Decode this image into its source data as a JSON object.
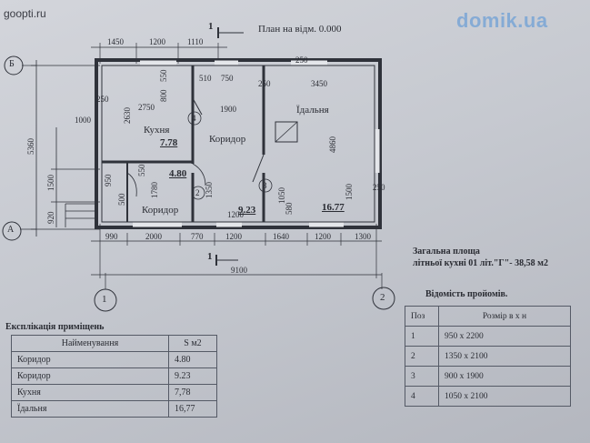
{
  "watermarks": {
    "left": "goopti.ru",
    "right": "domik.ua"
  },
  "plan": {
    "title": "План на відм. 0.000",
    "section_mark": "1",
    "axes": {
      "letters": [
        "Б",
        "А"
      ],
      "numbers": [
        "1",
        "2"
      ]
    },
    "dims_top": [
      "1450",
      "1200",
      "1110"
    ],
    "dims_bottom": [
      "990",
      "2000",
      "770",
      "1200",
      "1640",
      "1200",
      "1300"
    ],
    "dim_total": "9100",
    "dims_left": [
      "5360",
      "1500",
      "920"
    ],
    "dims_inner": [
      "250",
      "2750",
      "800",
      "550",
      "510",
      "750",
      "250",
      "3450",
      "250",
      "1900",
      "2630",
      "1000",
      "4860",
      "1500",
      "250",
      "950",
      "1780",
      "1350",
      "500",
      "1050",
      "580",
      "1200",
      "550"
    ],
    "rooms": [
      {
        "name": "Кухня",
        "area": "7.78"
      },
      {
        "name": "Коридор",
        "area": "9.23"
      },
      {
        "name": "Їдальня",
        "area": "16.77"
      },
      {
        "name": "Коридор",
        "area": "4.80"
      }
    ],
    "door_marks": [
      "2",
      "3",
      "4"
    ]
  },
  "explication": {
    "title": "Експлікація приміщень",
    "header": [
      "Найменування",
      "S м2"
    ],
    "rows": [
      [
        "Коридор",
        "4.80"
      ],
      [
        "Коридор",
        "9.23"
      ],
      [
        "Кухня",
        "7,78"
      ],
      [
        "Їдальня",
        "16,77"
      ]
    ]
  },
  "total_area": {
    "line1": "Загальна площа",
    "line2": "літньої кухні 01 літ.\"Г\"- 38,58  м2"
  },
  "openings": {
    "title": "Відомість пройомів.",
    "header": [
      "Поз",
      "Розмір в х  н"
    ],
    "rows": [
      [
        "1",
        "950 х 2200"
      ],
      [
        "2",
        "1350  х 2100"
      ],
      [
        "3",
        "900  х 1900"
      ],
      [
        "4",
        "1050 х 2100"
      ]
    ]
  }
}
